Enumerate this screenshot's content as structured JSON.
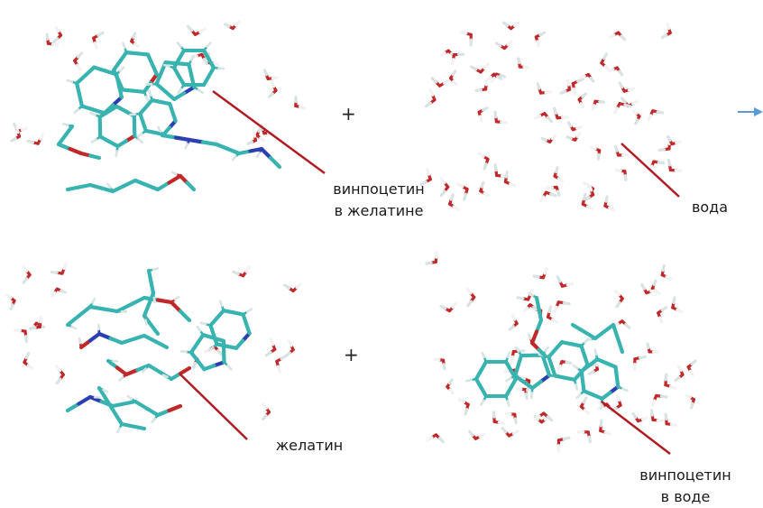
{
  "labels": {
    "vinpocetine_gelatin_line1": "винпоцетин",
    "vinpocetine_gelatin_line2": "в желатине",
    "water": "вода",
    "gelatin": "желатин",
    "vinpocetine_water_line1": "винпоцетин",
    "vinpocetine_water_line2": "в воде"
  },
  "operators": {
    "plus": "+"
  },
  "colors": {
    "carbon": "#38b3b0",
    "hydrogen": "#d9e3e3",
    "nitrogen": "#2b3fb0",
    "oxygen": "#c0282a",
    "pointer": "#b01c23",
    "arrow": "#5b9bd5"
  }
}
